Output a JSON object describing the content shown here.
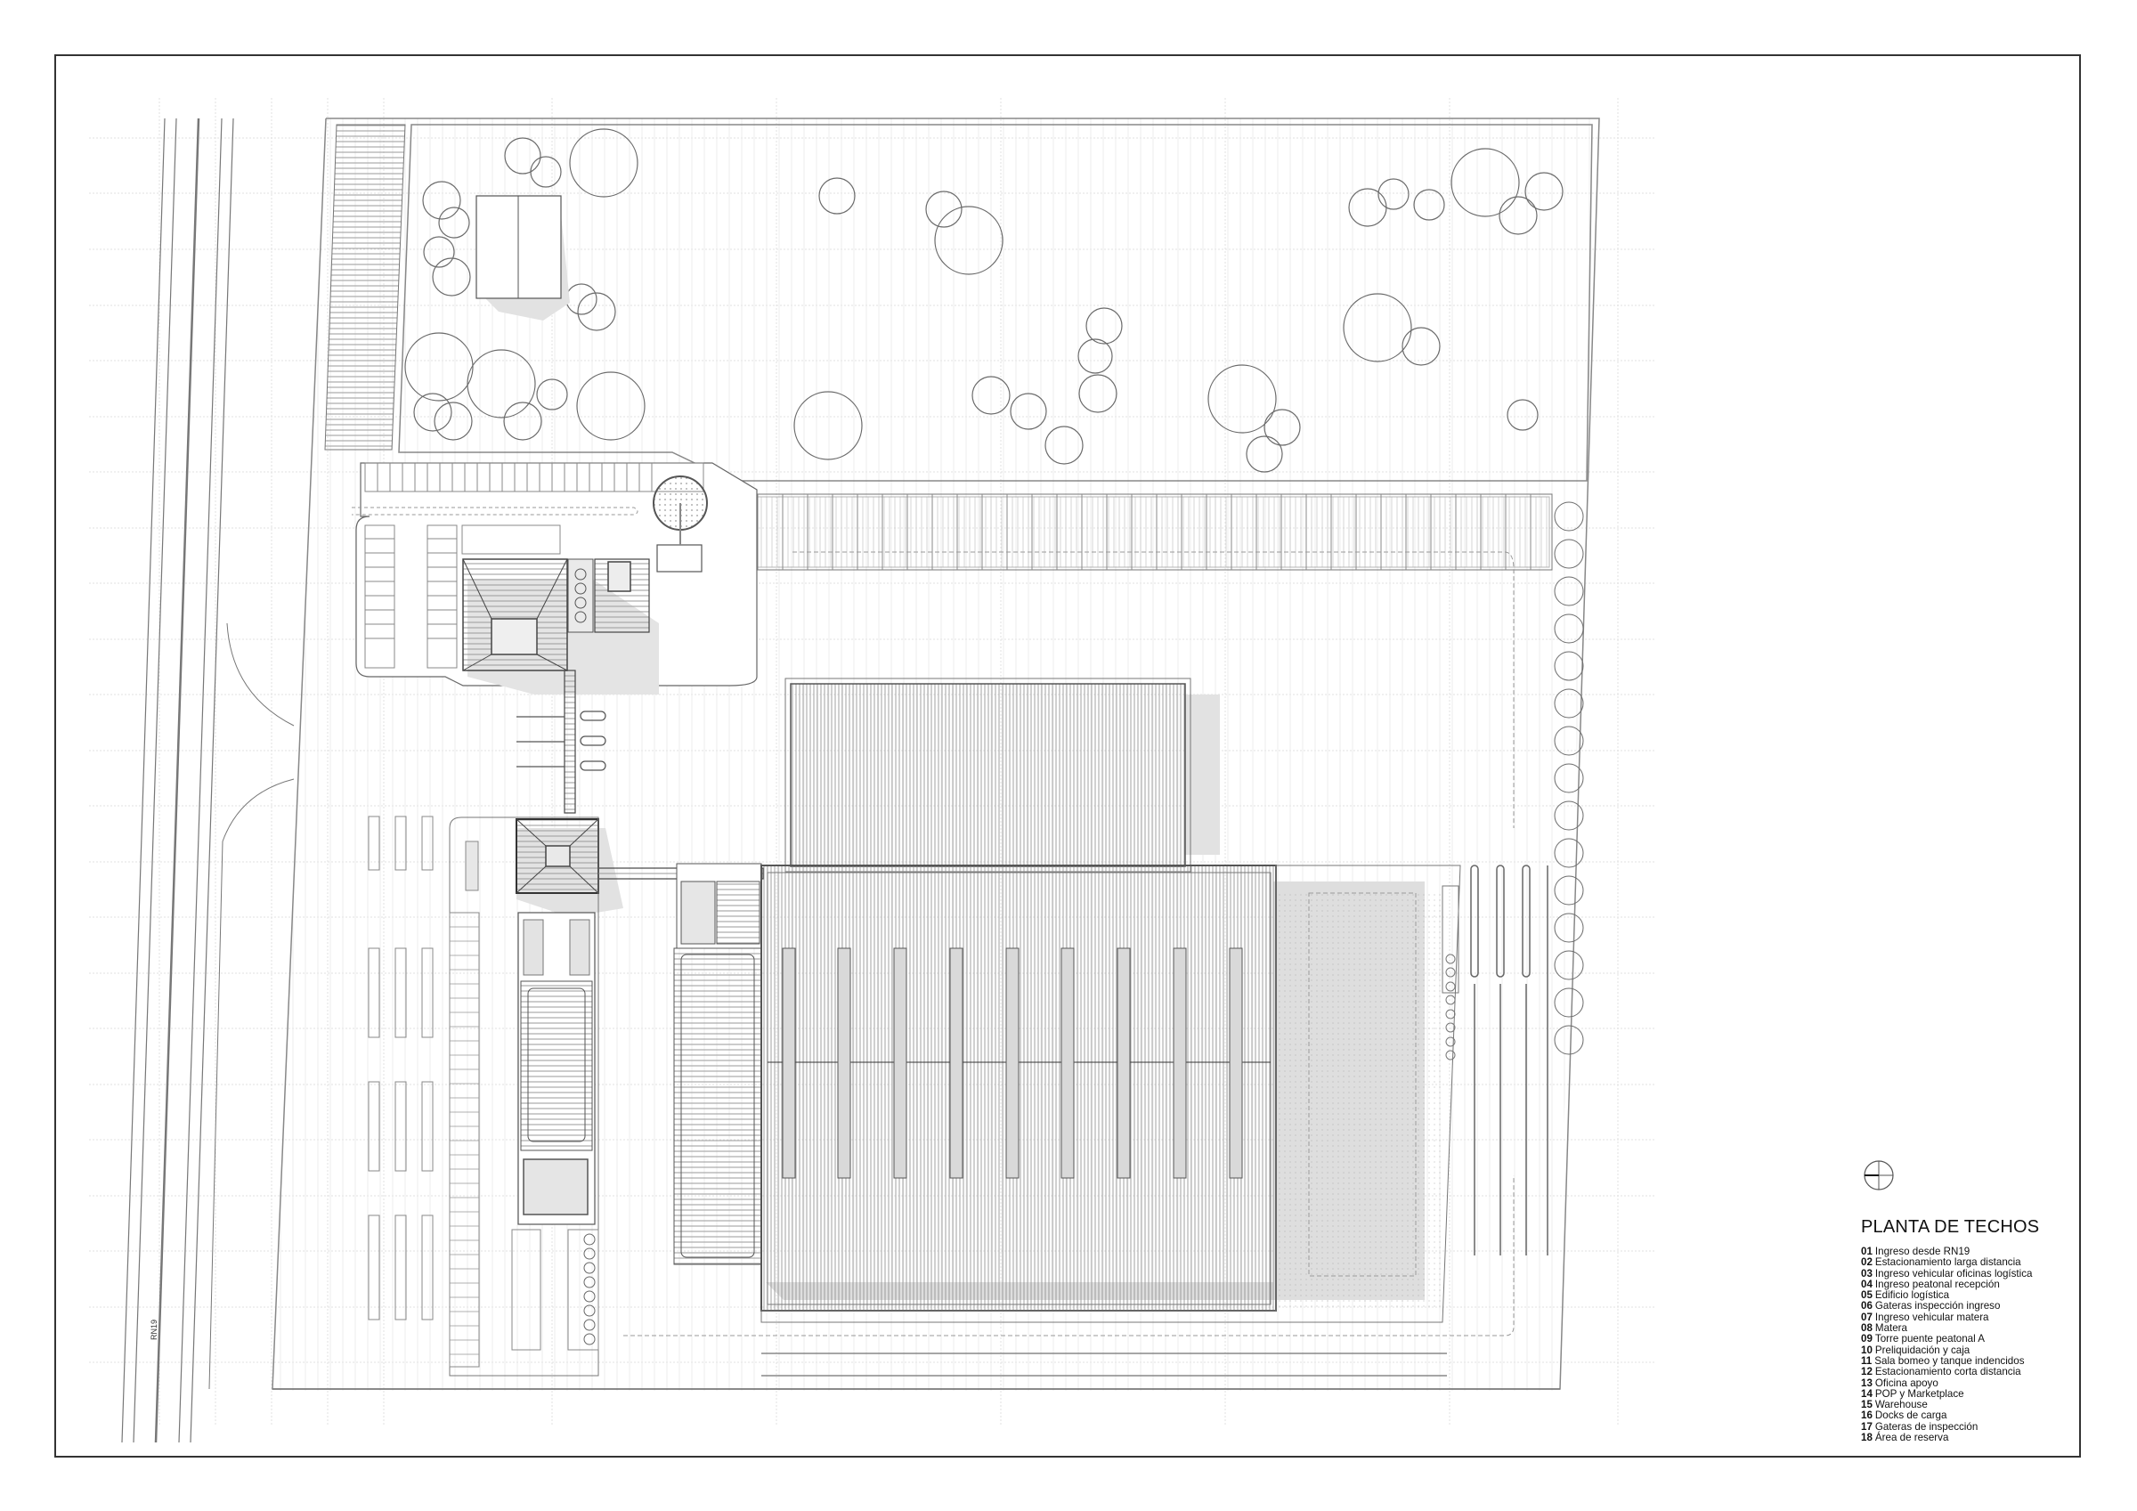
{
  "drawing": {
    "title": "PLANTA DE TECHOS",
    "road_label": "RN19",
    "colors": {
      "line": "#555555",
      "light_line": "#bbbbbb",
      "grid": "#dddddd",
      "shadow": "#d9d9d9",
      "frame": "#333333"
    },
    "legend": [
      {
        "num": "01",
        "label": "Ingreso desde RN19"
      },
      {
        "num": "02",
        "label": "Estacionamiento larga distancia"
      },
      {
        "num": "03",
        "label": "Ingreso vehicular oficinas logística"
      },
      {
        "num": "04",
        "label": "Ingreso peatonal recepción"
      },
      {
        "num": "05",
        "label": "Edificio logística"
      },
      {
        "num": "06",
        "label": "Gateras inspección ingreso"
      },
      {
        "num": "07",
        "label": "Ingreso vehicular matera"
      },
      {
        "num": "08",
        "label": "Matera"
      },
      {
        "num": "09",
        "label": "Torre puente peatonal A"
      },
      {
        "num": "10",
        "label": "Preliquidación y caja"
      },
      {
        "num": "11",
        "label": "Sala bomeo y tanque indencidos"
      },
      {
        "num": "12",
        "label": "Estacionamiento corta distancia"
      },
      {
        "num": "13",
        "label": "Oficina apoyo"
      },
      {
        "num": "14",
        "label": "POP y Marketplace"
      },
      {
        "num": "15",
        "label": "Warehouse"
      },
      {
        "num": "16",
        "label": "Docks de carga"
      },
      {
        "num": "17",
        "label": "Gateras de inspección"
      },
      {
        "num": "18",
        "label": "Área de reserva"
      }
    ]
  }
}
